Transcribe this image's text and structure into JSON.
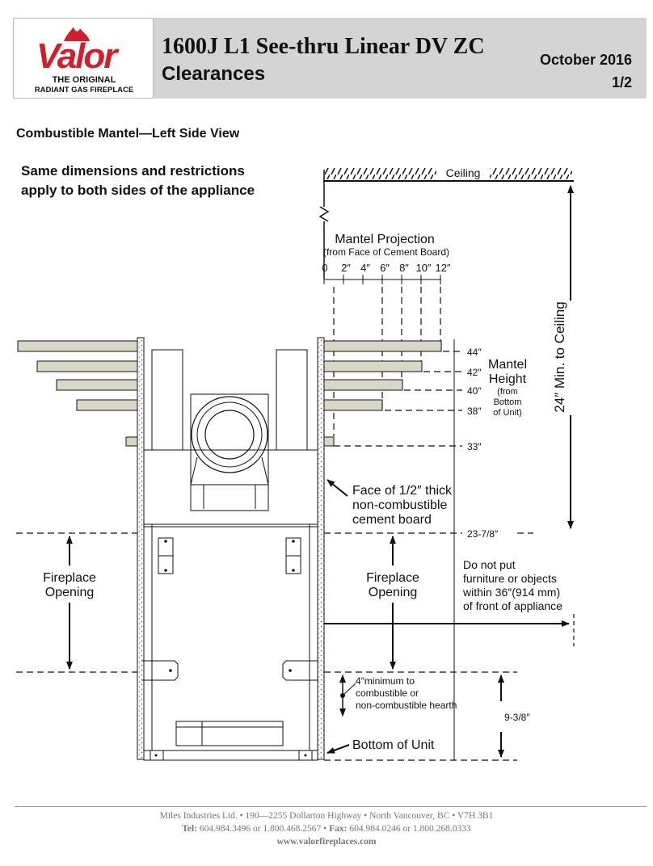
{
  "header": {
    "logo_text": "Valor",
    "logo_tagline_1": "THE ORIGINAL",
    "logo_tagline_2": "RADIANT GAS FIREPLACE",
    "title": "1600J L1 See-thru Linear DV ZC",
    "subtitle": "Clearances",
    "date": "October 2016",
    "page": "1/2"
  },
  "section_title": "Combustible Mantel—Left Side View",
  "note": "Same dimensions and restrictions apply to both sides of the appliance",
  "diagram": {
    "ceiling_label": "Ceiling",
    "mantel_projection_label": "Mantel Projection",
    "mantel_projection_sub": "(from Face of Cement Board)",
    "projection_ticks": [
      "0",
      "2″",
      "4″",
      "6″",
      "8″",
      "10″",
      "12″"
    ],
    "height_labels": [
      "44″",
      "42″",
      "40″",
      "38″",
      "33″",
      "23-7/8″"
    ],
    "mantel_height_label_1": "Mantel",
    "mantel_height_label_2": "Height",
    "mantel_height_sub_1": "(from",
    "mantel_height_sub_2": "Bottom",
    "mantel_height_sub_3": "of Unit)",
    "min_ceiling_label": "24″ Min. to Ceiling",
    "face_label_1": "Face of 1/2″ thick",
    "face_label_2": "non-combustible",
    "face_label_3": "cement board",
    "fireplace_opening_1": "Fireplace",
    "fireplace_opening_2": "Opening",
    "no_furniture_1": "Do not put",
    "no_furniture_2": "furniture or objects",
    "no_furniture_3": "within 36″(914 mm)",
    "no_furniture_4": "of front of appliance",
    "hearth_1": "4″minimum to",
    "hearth_2": "combustible or",
    "hearth_3": "non-combustible hearth",
    "hearth_dim": "9-3/8″",
    "bottom_label": "Bottom of Unit"
  },
  "footer": {
    "line1": "Miles Industries Ltd. • 190—2255 Dollarton Highway • North Vancouver, BC • V7H 3B1",
    "tel_label": "Tel:",
    "tel": "604.984.3496 or 1.800.468.2567 •",
    "fax_label": "Fax:",
    "fax": "604.984.0246 or 1.800.268.0333",
    "website": "www.valorfireplaces.com"
  },
  "colors": {
    "brand_red": "#d0202e",
    "header_gray": "#d4d4d4",
    "mantel_fill": "#d8d6c4"
  }
}
